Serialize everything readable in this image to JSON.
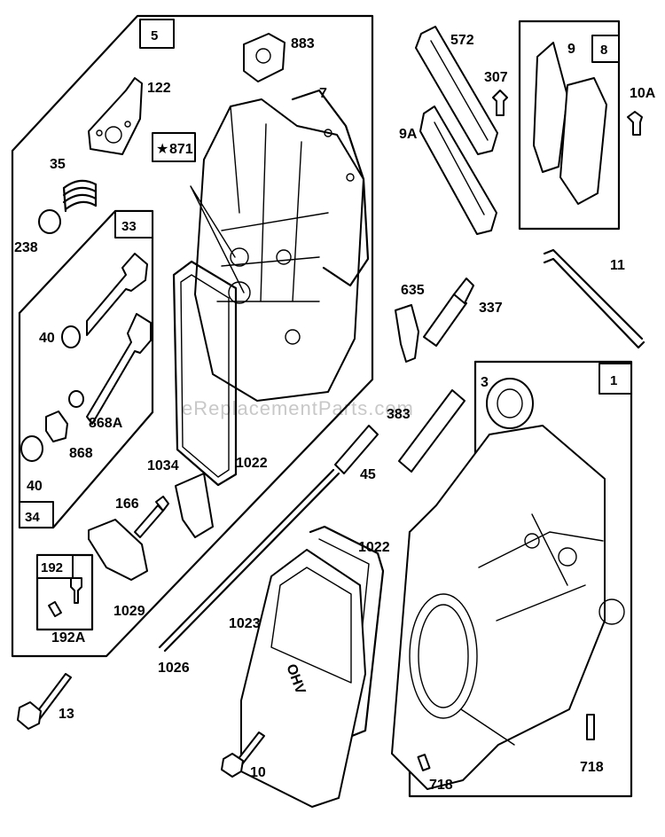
{
  "watermark": "eReplacementParts.com",
  "group_boxes": {
    "g5": "5",
    "g33": "33",
    "g34": "34",
    "g192": "192",
    "g8": "8",
    "g1": "1"
  },
  "part_labels": {
    "p883": "883",
    "p122": "122",
    "p7": "7",
    "p871": "871",
    "p35": "35",
    "p238": "238",
    "p40a": "40",
    "p868a": "868A",
    "p868": "868",
    "p40b": "40",
    "p1022a": "1022",
    "p1034": "1034",
    "p166": "166",
    "p1029": "1029",
    "p192a": "192A",
    "p13": "13",
    "p572": "572",
    "p307": "307",
    "p9a": "9A",
    "p9": "9",
    "p10a": "10A",
    "p11": "11",
    "p635": "635",
    "p337": "337",
    "p383": "383",
    "p3": "3",
    "p45": "45",
    "p1022b": "1022",
    "p1023": "1023",
    "p1026": "1026",
    "p10": "10",
    "p718a": "718",
    "p718b": "718"
  },
  "icons": {
    "star": "star-icon"
  }
}
